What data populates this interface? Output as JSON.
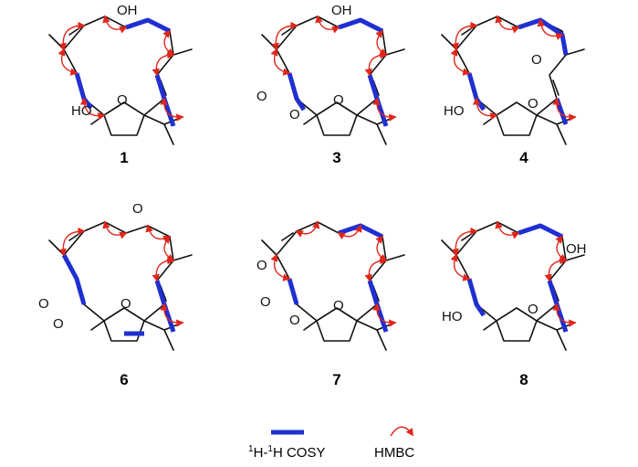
{
  "colors": {
    "cosy": "#1f2fd1",
    "hmbc": "#e0261b",
    "bond": "#111111"
  },
  "compounds": [
    {
      "id": "1",
      "labels": [
        "OH",
        "HO",
        "O"
      ]
    },
    {
      "id": "3",
      "labels": [
        "OH",
        "O",
        "O",
        "O"
      ]
    },
    {
      "id": "4",
      "labels": [
        "O",
        "HO",
        "O"
      ]
    },
    {
      "id": "6",
      "labels": [
        "O",
        "O",
        "O",
        "O"
      ]
    },
    {
      "id": "7",
      "labels": [
        "O",
        "O",
        "O",
        "O"
      ]
    },
    {
      "id": "8",
      "labels": [
        "OH",
        "HO",
        "O"
      ]
    }
  ],
  "legend": {
    "cosy_sup": "1",
    "cosy_h1": "H-",
    "cosy_sup2": "1",
    "cosy_h2": "H COSY",
    "hmbc": "HMBC"
  }
}
